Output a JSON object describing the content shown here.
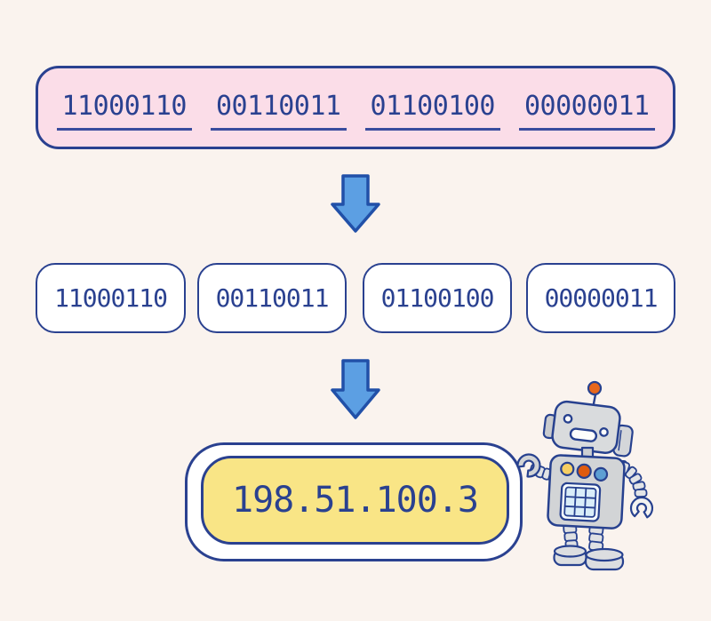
{
  "colors": {
    "background": "#FAF3EE",
    "navy_line": "#2A4190",
    "text_navy": "#2A4190",
    "pink_fill": "#FBDDE8",
    "yellow_fill": "#F9E586",
    "white_fill": "#FFFFFF",
    "arrow_fill": "#5C9FE3",
    "arrow_stroke": "#2150A8",
    "robot_gray": "#D2D4D6",
    "robot_panel_blue": "#D9EDF9",
    "button_yellow": "#F6CE63",
    "button_orange": "#DF5B10",
    "button_blue": "#5D9FD3",
    "antenna_orange": "#E8671B"
  },
  "diagram": {
    "binary_string_box": {
      "octets": [
        "11000110",
        "00110011",
        "01100100",
        "00000011"
      ]
    },
    "octet_boxes": [
      "11000110",
      "00110011",
      "01100100",
      "00000011"
    ],
    "arrows": [
      {
        "icon": "arrow-down-icon"
      },
      {
        "icon": "arrow-down-icon"
      }
    ],
    "result_box": {
      "ip_address": "198.51.100.3"
    },
    "robot": {
      "icon": "robot-illustration"
    }
  }
}
